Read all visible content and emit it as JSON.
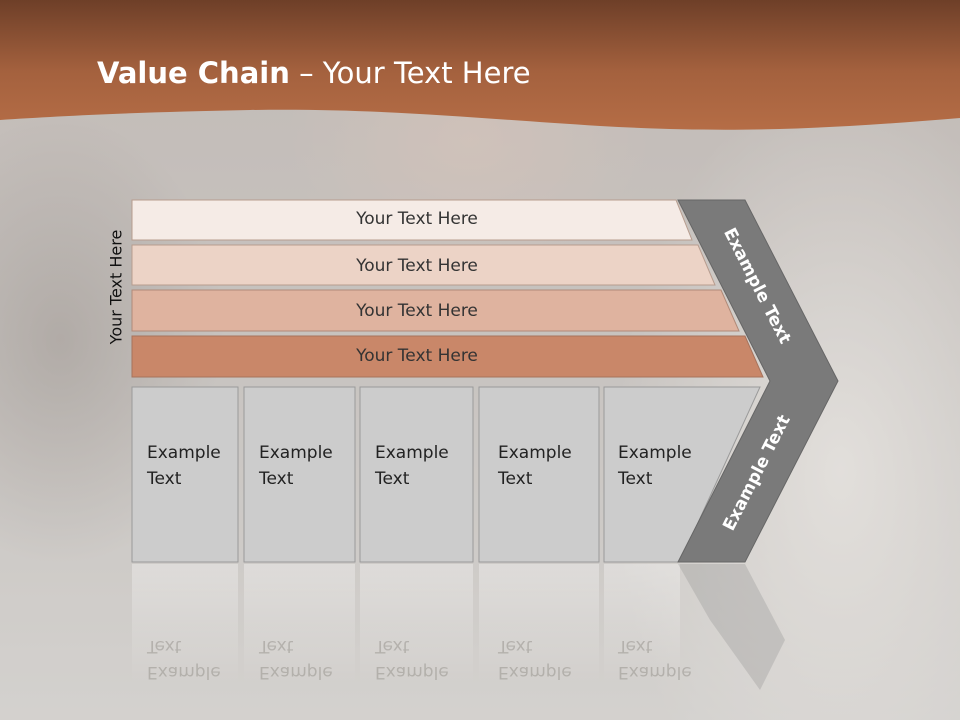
{
  "slide": {
    "title_bold": "Value Chain",
    "title_rest": " – Your Text Here",
    "vertical_label": "Your Text Here"
  },
  "rows": [
    {
      "label": "Your Text Here",
      "color": "#f5ebe6"
    },
    {
      "label": "Your Text Here",
      "color": "#ecd3c6"
    },
    {
      "label": "Your Text Here",
      "color": "#dfb39f"
    },
    {
      "label": "Your Text Here",
      "color": "#c98769"
    }
  ],
  "boxes": [
    {
      "line1": "Example",
      "line2": "Text"
    },
    {
      "line1": "Example",
      "line2": "Text"
    },
    {
      "line1": "Example",
      "line2": "Text"
    },
    {
      "line1": "Example",
      "line2": "Text"
    },
    {
      "line1": "Example",
      "line2": "Text"
    }
  ],
  "chevron": {
    "top_label": "Example Text",
    "bottom_label": "Example Text",
    "color": "#7a7a7a"
  },
  "colors": {
    "header_band": "#a15f3c",
    "box_fill": "#cccccc"
  }
}
